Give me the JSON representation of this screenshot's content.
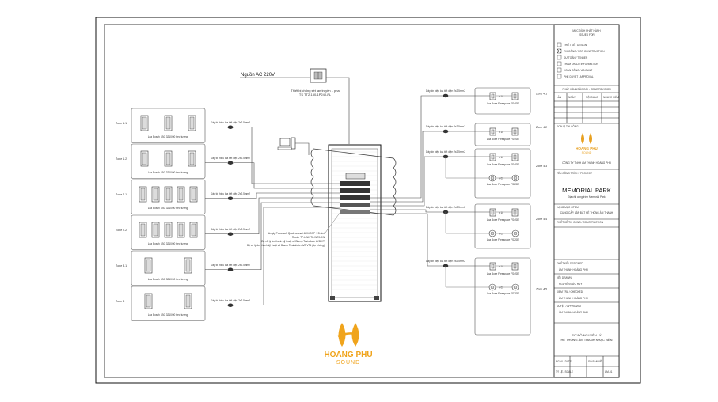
{
  "power_label": "Nguồn AC 220V",
  "surge": {
    "line1": "Thiết bị chống sét lan truyền 1 pha",
    "line2": "TS TT2-150-1P240-FL"
  },
  "rack_notes": [
    "Amply Powersoft Quattrocanali 4804 DSP + D-Net",
    "Router TP-LINK TL-WR940N",
    "Bộ xử lý âm thanh kỹ thuật số Biamp Tesiraforte AVB VT",
    "Bộ xử lý âm thanh kỹ thuật số Biamp Tesiraforte AVB VT4 (dự phòng)"
  ],
  "cable_note": "Dây tín hiệu loa tiết diện 2x2.5mm2",
  "left_zones": [
    {
      "name": "Zone 1.1",
      "speakers": 3,
      "caption": "Loa Bosch LBC 3210/00 treo tường"
    },
    {
      "name": "Zone 1.2",
      "speakers": 3,
      "caption": "Loa Bosch LBC 3210/00 treo tường"
    },
    {
      "name": "Zone 2.1",
      "speakers": 5,
      "caption": "Loa Bosch LBC 3210/00 treo tường"
    },
    {
      "name": "Zone 2.2",
      "speakers": 5,
      "caption": "Loa Bosch LBC 3210/00 treo tường"
    },
    {
      "name": "Zone 3.1",
      "speakers": 2,
      "caption": "Loa Bosch LBC 3210/00 treo tường"
    },
    {
      "name": "Zone 3",
      "speakers": 2,
      "caption": "Loa Bosch LBC 3210/00 treo tường"
    }
  ],
  "right_zones": [
    {
      "name": "Zone 4.1",
      "count": "x 10",
      "caption": "Loa Bose Freespace FS4SE",
      "sub": false
    },
    {
      "name": "Zone 4.2",
      "count": "x 10",
      "caption": "Loa Bose Freespace FS4SE",
      "sub": false
    },
    {
      "name": "Zone 4.3",
      "count": "x 10",
      "caption": "Loa Bose Freespace FS4SE",
      "sub": true,
      "sub_count": "x 03",
      "sub_caption": "Loa Bose Freespace FS2SE"
    },
    {
      "name": "Zone 4.4",
      "count": "x 10",
      "caption": "Loa Bose Freespace FS4SE",
      "sub": true,
      "sub_count": "x 03",
      "sub_caption": "Loa Bose Freespace FS2SE"
    },
    {
      "name": "Zone 4.5",
      "count": "x 10",
      "caption": "Loa Bose Freespace FS4SE",
      "sub": true,
      "sub_count": "x 03",
      "sub_caption": "Loa Bose Freespace FS2SE"
    }
  ],
  "title_block": {
    "issue_header_1": "MỤC ĐÍCH PHÁT HÀNH",
    "issue_header_2": "ISSUED FOR",
    "issue_options": [
      "THIẾT KẾ / DESIGN",
      "THI CÔNG / FOR CONSTRUCTION",
      "DỰ TOÁN / TENDER",
      "THAM KHẢO / INFORMATION",
      "HOÀN CÔNG / AS-BUILT",
      "PHÊ DUYỆT / APPROVAL"
    ],
    "revision_header": "PHÁT HÀNH/SỬA ĐỔI - ISSUE/REVISION",
    "rev_cols": [
      "LẦN",
      "NGÀY",
      "NỘI DUNG",
      "NGƯỜI KIỂM"
    ],
    "contractor_label": "ĐƠN VỊ THI CÔNG",
    "logo_line1": "HOANG PHU",
    "logo_line2": "SOUND",
    "company": "CÔNG TY TNHH ÂM THANH HOÀNG PHÚ",
    "project_label": "TÊN CÔNG TRÌNH / PROJECT",
    "project_name": "MEMORIAL PARK",
    "project_address": "Địa chỉ: công trình Memorial Park",
    "scope_label": "HẠNG MỤC / ITEM",
    "scope": "CUNG CẤP, LẮP ĐẶT HỆ THỐNG ÂM THANH",
    "phase": "THIẾT KẾ THI CÔNG / CONSTRUCTION",
    "roles": [
      {
        "label": "THIẾT KẾ / DESIGNED",
        "name": "ÂM THANH HOÀNG PHÚ"
      },
      {
        "label": "VẼ / DRAWN",
        "name": "NGUYỄN ĐỨC HUY"
      },
      {
        "label": "KIỂM TRA / CHECKED",
        "name": "ÂM THANH HOÀNG PHÚ"
      },
      {
        "label": "DUYỆT / APPROVED",
        "name": "ÂM THANH HOÀNG PHÚ"
      }
    ],
    "drawing_title_1": "SƠ ĐỒ NGUYÊN LÝ",
    "drawing_title_2": "HỆ THỐNG ÂM THANH NHẠC NỀN",
    "footer": [
      "NGÀY / DATE",
      "SỐ BẢN VẼ",
      "TỶ LỆ / SCALE",
      "ÂM-01"
    ]
  },
  "watermark": {
    "line1": "HOANG PHU",
    "line2": "SOUND"
  }
}
